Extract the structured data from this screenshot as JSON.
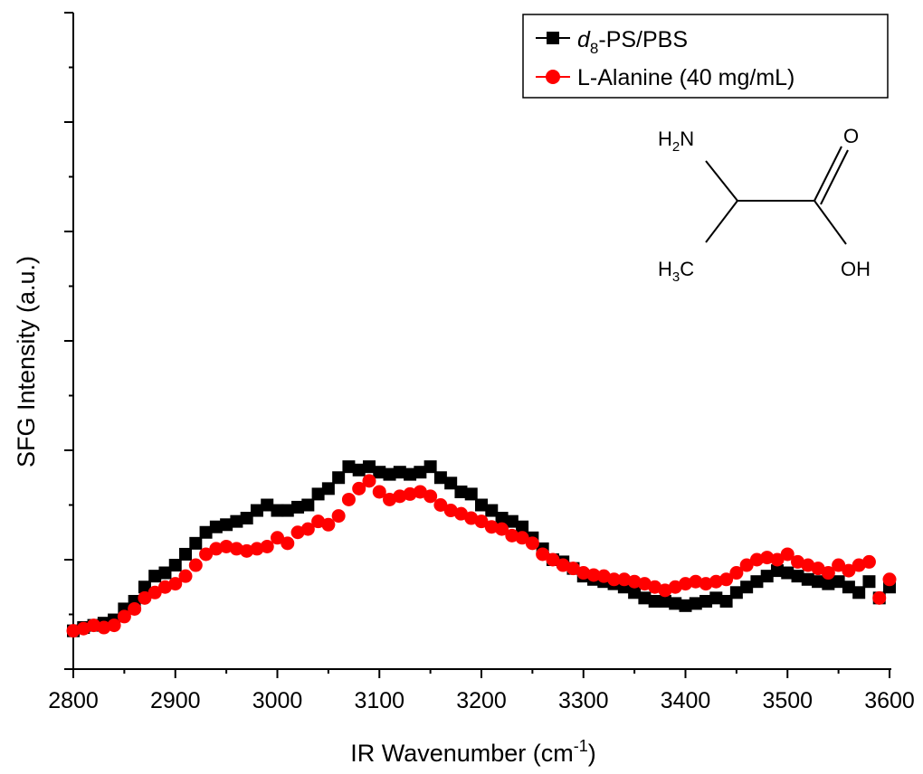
{
  "chart_data": {
    "type": "scatter",
    "xlabel": "IR Wavenumber (cm",
    "xlabel_superscript": "-1",
    "xlabel_suffix": ")",
    "ylabel": "SFG Intensity (a.u.)",
    "xlim": [
      2800,
      3600
    ],
    "ylim": [
      0,
      6
    ],
    "y_tick_labels_shown": false,
    "x_ticks": [
      "2800",
      "2900",
      "3000",
      "3100",
      "3200",
      "3300",
      "3400",
      "3500",
      "3600"
    ],
    "grid": false,
    "legend_position": "top-right",
    "series": [
      {
        "name_italic": "d",
        "name_subscript": "8",
        "name_rest": "-PS/PBS",
        "marker": "square",
        "color": "#000000",
        "points": [
          [
            2800,
            0.35
          ],
          [
            2810,
            0.38
          ],
          [
            2820,
            0.4
          ],
          [
            2830,
            0.42
          ],
          [
            2840,
            0.45
          ],
          [
            2850,
            0.55
          ],
          [
            2860,
            0.62
          ],
          [
            2870,
            0.75
          ],
          [
            2880,
            0.85
          ],
          [
            2890,
            0.88
          ],
          [
            2900,
            0.95
          ],
          [
            2910,
            1.05
          ],
          [
            2920,
            1.15
          ],
          [
            2930,
            1.25
          ],
          [
            2940,
            1.3
          ],
          [
            2950,
            1.32
          ],
          [
            2960,
            1.35
          ],
          [
            2970,
            1.38
          ],
          [
            2980,
            1.45
          ],
          [
            2990,
            1.5
          ],
          [
            3000,
            1.45
          ],
          [
            3010,
            1.45
          ],
          [
            3020,
            1.48
          ],
          [
            3030,
            1.5
          ],
          [
            3040,
            1.6
          ],
          [
            3050,
            1.65
          ],
          [
            3060,
            1.75
          ],
          [
            3070,
            1.85
          ],
          [
            3080,
            1.82
          ],
          [
            3090,
            1.85
          ],
          [
            3100,
            1.8
          ],
          [
            3110,
            1.78
          ],
          [
            3120,
            1.8
          ],
          [
            3130,
            1.78
          ],
          [
            3140,
            1.8
          ],
          [
            3150,
            1.85
          ],
          [
            3160,
            1.75
          ],
          [
            3170,
            1.7
          ],
          [
            3180,
            1.62
          ],
          [
            3190,
            1.6
          ],
          [
            3200,
            1.5
          ],
          [
            3210,
            1.45
          ],
          [
            3220,
            1.38
          ],
          [
            3230,
            1.35
          ],
          [
            3240,
            1.3
          ],
          [
            3250,
            1.2
          ],
          [
            3260,
            1.1
          ],
          [
            3270,
            1.0
          ],
          [
            3280,
            0.98
          ],
          [
            3290,
            0.92
          ],
          [
            3300,
            0.85
          ],
          [
            3310,
            0.82
          ],
          [
            3320,
            0.8
          ],
          [
            3330,
            0.78
          ],
          [
            3340,
            0.75
          ],
          [
            3350,
            0.7
          ],
          [
            3360,
            0.65
          ],
          [
            3370,
            0.62
          ],
          [
            3380,
            0.62
          ],
          [
            3390,
            0.6
          ],
          [
            3400,
            0.58
          ],
          [
            3410,
            0.6
          ],
          [
            3420,
            0.62
          ],
          [
            3430,
            0.65
          ],
          [
            3440,
            0.62
          ],
          [
            3450,
            0.7
          ],
          [
            3460,
            0.75
          ],
          [
            3470,
            0.8
          ],
          [
            3480,
            0.85
          ],
          [
            3490,
            0.9
          ],
          [
            3500,
            0.88
          ],
          [
            3510,
            0.85
          ],
          [
            3520,
            0.82
          ],
          [
            3530,
            0.8
          ],
          [
            3540,
            0.78
          ],
          [
            3550,
            0.8
          ],
          [
            3560,
            0.75
          ],
          [
            3570,
            0.7
          ],
          [
            3580,
            0.8
          ],
          [
            3590,
            0.65
          ],
          [
            3600,
            0.75
          ]
        ]
      },
      {
        "name": "L-Alanine (40 mg/mL)",
        "marker": "circle",
        "color": "#ff0000",
        "points": [
          [
            2800,
            0.35
          ],
          [
            2810,
            0.37
          ],
          [
            2820,
            0.4
          ],
          [
            2830,
            0.38
          ],
          [
            2840,
            0.4
          ],
          [
            2850,
            0.48
          ],
          [
            2860,
            0.55
          ],
          [
            2870,
            0.65
          ],
          [
            2880,
            0.7
          ],
          [
            2890,
            0.75
          ],
          [
            2900,
            0.78
          ],
          [
            2910,
            0.85
          ],
          [
            2920,
            0.95
          ],
          [
            2930,
            1.05
          ],
          [
            2940,
            1.1
          ],
          [
            2950,
            1.12
          ],
          [
            2960,
            1.1
          ],
          [
            2970,
            1.08
          ],
          [
            2980,
            1.1
          ],
          [
            2990,
            1.12
          ],
          [
            3000,
            1.2
          ],
          [
            3010,
            1.15
          ],
          [
            3020,
            1.25
          ],
          [
            3030,
            1.28
          ],
          [
            3040,
            1.35
          ],
          [
            3050,
            1.32
          ],
          [
            3060,
            1.4
          ],
          [
            3070,
            1.55
          ],
          [
            3080,
            1.65
          ],
          [
            3090,
            1.72
          ],
          [
            3100,
            1.62
          ],
          [
            3110,
            1.55
          ],
          [
            3120,
            1.58
          ],
          [
            3130,
            1.6
          ],
          [
            3140,
            1.62
          ],
          [
            3150,
            1.58
          ],
          [
            3160,
            1.5
          ],
          [
            3170,
            1.45
          ],
          [
            3180,
            1.42
          ],
          [
            3190,
            1.38
          ],
          [
            3200,
            1.35
          ],
          [
            3210,
            1.3
          ],
          [
            3220,
            1.28
          ],
          [
            3230,
            1.22
          ],
          [
            3240,
            1.2
          ],
          [
            3250,
            1.15
          ],
          [
            3260,
            1.05
          ],
          [
            3270,
            1.0
          ],
          [
            3280,
            0.95
          ],
          [
            3290,
            0.92
          ],
          [
            3300,
            0.88
          ],
          [
            3310,
            0.86
          ],
          [
            3320,
            0.85
          ],
          [
            3330,
            0.82
          ],
          [
            3340,
            0.82
          ],
          [
            3350,
            0.8
          ],
          [
            3360,
            0.78
          ],
          [
            3370,
            0.75
          ],
          [
            3380,
            0.72
          ],
          [
            3390,
            0.75
          ],
          [
            3400,
            0.78
          ],
          [
            3410,
            0.8
          ],
          [
            3420,
            0.78
          ],
          [
            3430,
            0.8
          ],
          [
            3440,
            0.82
          ],
          [
            3450,
            0.88
          ],
          [
            3460,
            0.95
          ],
          [
            3470,
            1.0
          ],
          [
            3480,
            1.02
          ],
          [
            3490,
            1.0
          ],
          [
            3500,
            1.05
          ],
          [
            3510,
            0.98
          ],
          [
            3520,
            0.95
          ],
          [
            3530,
            0.92
          ],
          [
            3540,
            0.88
          ],
          [
            3550,
            0.95
          ],
          [
            3560,
            0.9
          ],
          [
            3570,
            0.95
          ],
          [
            3580,
            0.98
          ],
          [
            3590,
            0.65
          ],
          [
            3600,
            0.82
          ]
        ]
      }
    ],
    "inset_structure": {
      "labels": {
        "nh2": "H",
        "nh2_sub": "2",
        "nh2_tail": "N",
        "ch3": "H",
        "ch3_sub": "3",
        "ch3_tail": "C",
        "o": "O",
        "oh": "OH"
      }
    }
  }
}
